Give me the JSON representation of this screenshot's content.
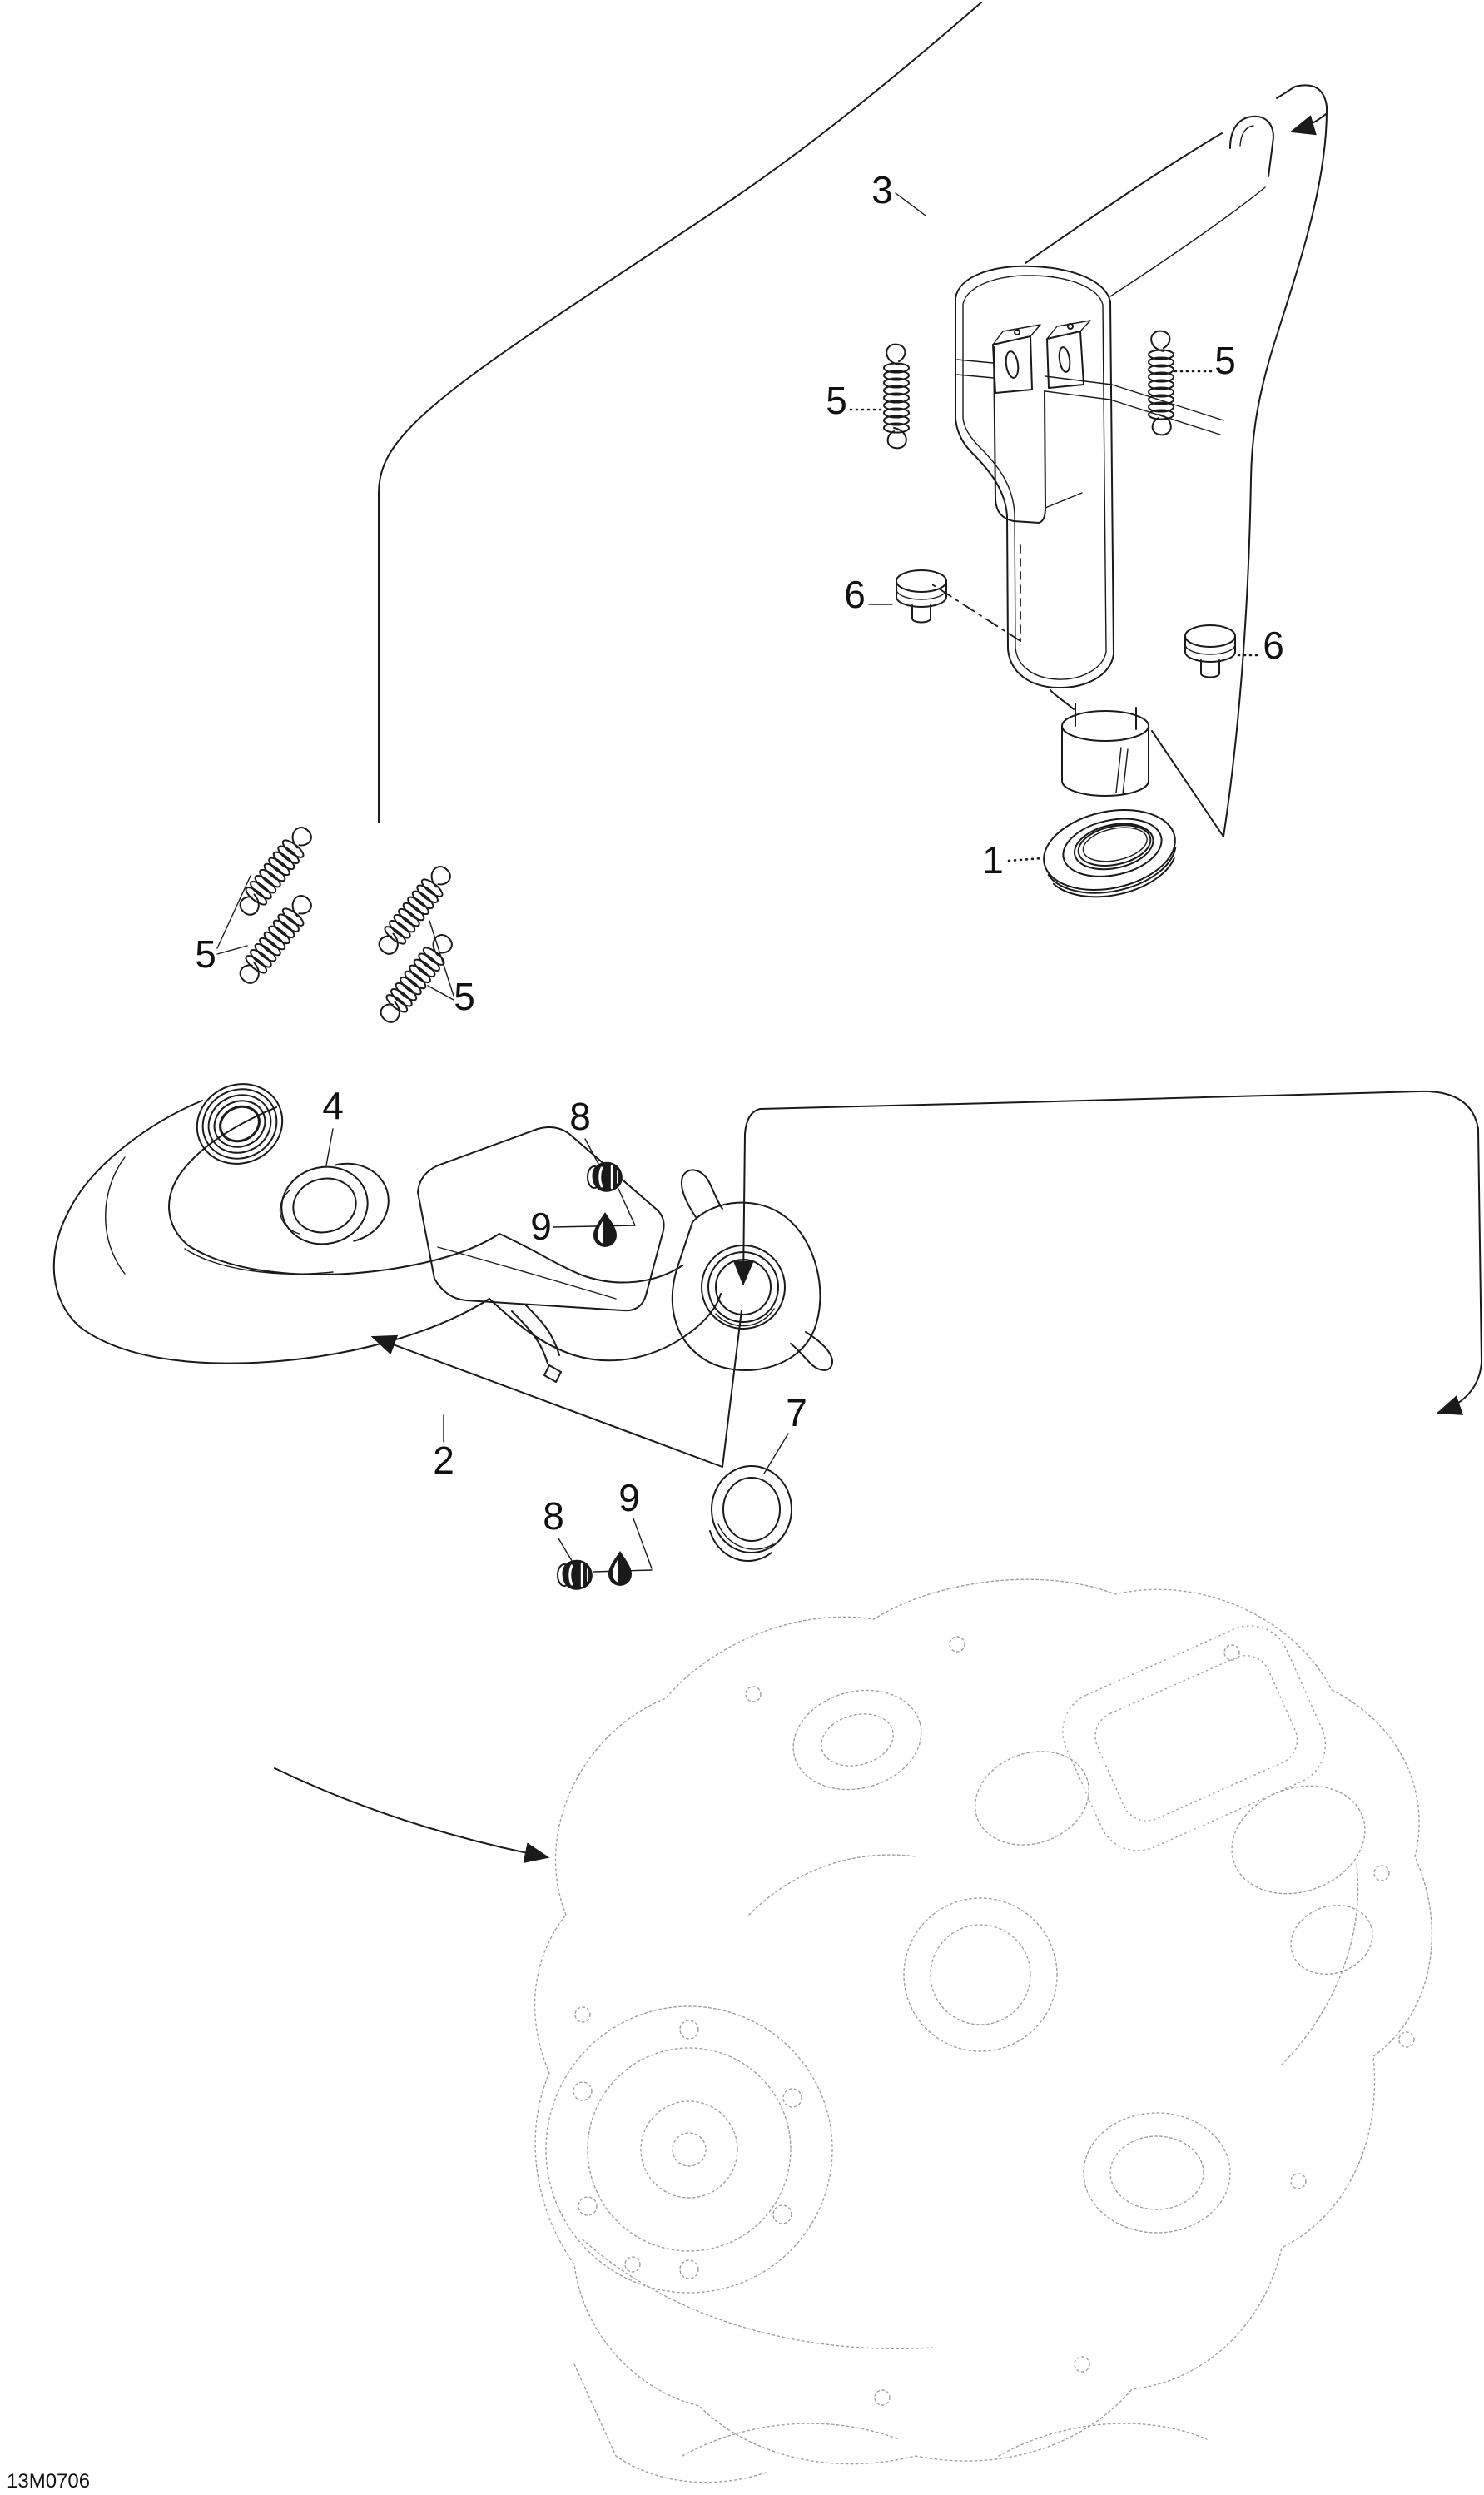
{
  "figure": {
    "drawing_number": "13M0706",
    "background_color": "#ffffff",
    "line_color": "#1a1a1a",
    "ghost_engine_color": "#9aa0a6"
  },
  "icons": {
    "grease-drop-icon": "black teardrop (apply lubricant symbol)",
    "flange-nut-icon": "black flanged nut (fastener symbol)",
    "assembly-arrow-icon": "solid triangular arrowhead"
  },
  "callouts": [
    {
      "part": "1"
    },
    {
      "part": "2"
    },
    {
      "part": "3"
    },
    {
      "part": "4"
    },
    {
      "part": "5"
    },
    {
      "part": "5"
    },
    {
      "part": "5"
    },
    {
      "part": "5"
    },
    {
      "part": "6"
    },
    {
      "part": "6"
    },
    {
      "part": "7"
    },
    {
      "part": "8"
    },
    {
      "part": "8"
    },
    {
      "part": "9"
    },
    {
      "part": "9"
    }
  ],
  "footer": {
    "drawing_number": "13M0706"
  }
}
